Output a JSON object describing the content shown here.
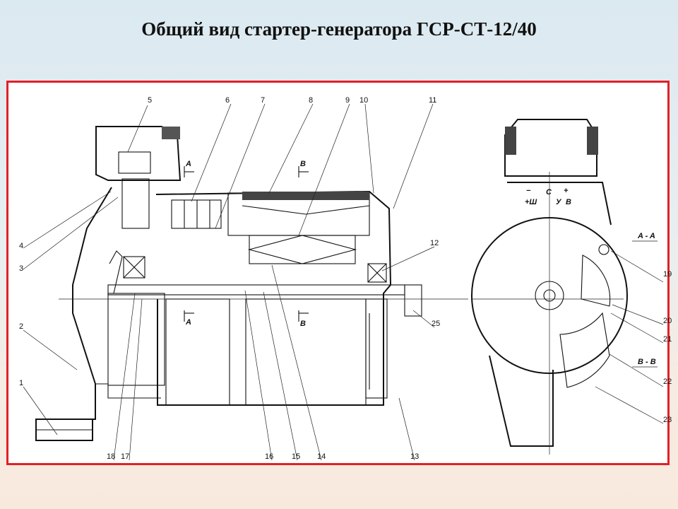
{
  "title": "Общий вид стартер-генератора ГСР-СТ-12/40",
  "frame_color": "#e32026",
  "callouts_top": [
    "5",
    "6",
    "7",
    "8",
    "9",
    "10",
    "11"
  ],
  "callouts_left": [
    "4",
    "3",
    "2",
    "1"
  ],
  "callouts_bottom": [
    "18",
    "17",
    "16",
    "15",
    "14",
    "13"
  ],
  "callouts_right": [
    "12",
    "25",
    "19",
    "20",
    "21",
    "22",
    "23"
  ],
  "section_marks": {
    "a_top": "A",
    "b_top": "B",
    "a_bottom": "A",
    "b_bottom": "B"
  },
  "terminals": {
    "minus": "−",
    "plus": "+",
    "c": "С",
    "sh": "+Ш",
    "u": "У",
    "v": "В"
  },
  "section_titles": {
    "aa": "A - A",
    "bb": "B - B"
  }
}
